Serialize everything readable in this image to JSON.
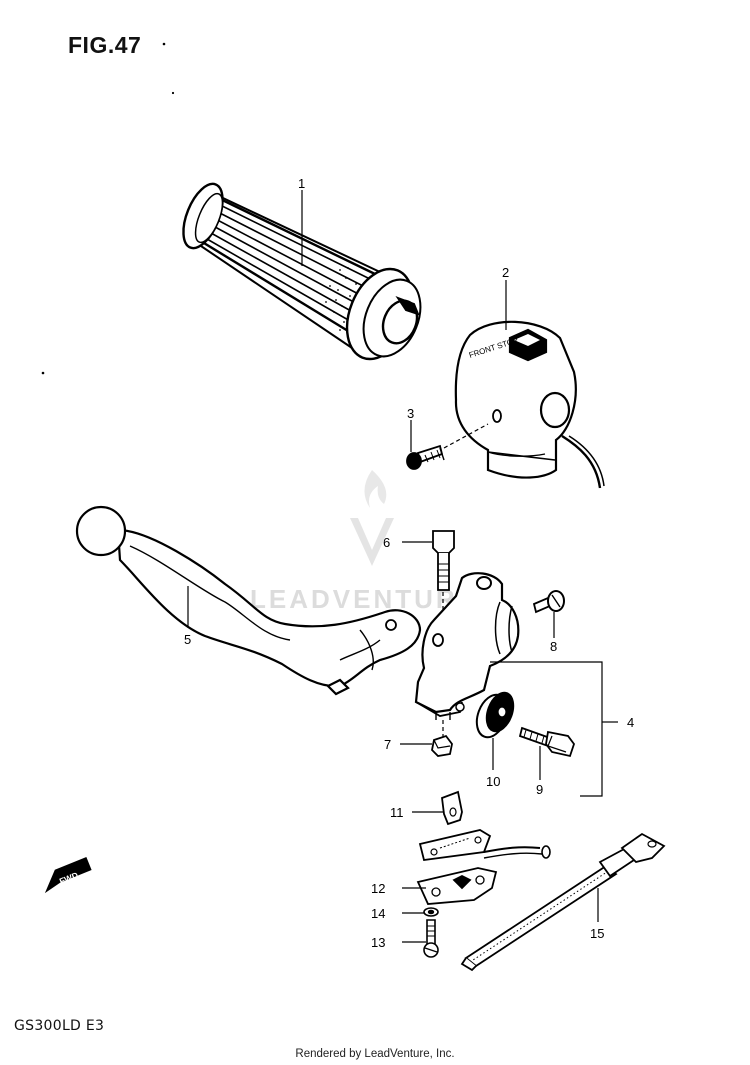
{
  "figure": {
    "title": "FIG.47",
    "model": "GS300LD  E3",
    "footer": "Rendered by LeadVenture, Inc.",
    "watermark": "LEADVENTURE",
    "fwd_label": "FWD"
  },
  "callouts": [
    "1",
    "2",
    "3",
    "4",
    "5",
    "6",
    "7",
    "8",
    "9",
    "10",
    "11",
    "12",
    "13",
    "14",
    "15"
  ],
  "switch_text": "FRONT STOP"
}
